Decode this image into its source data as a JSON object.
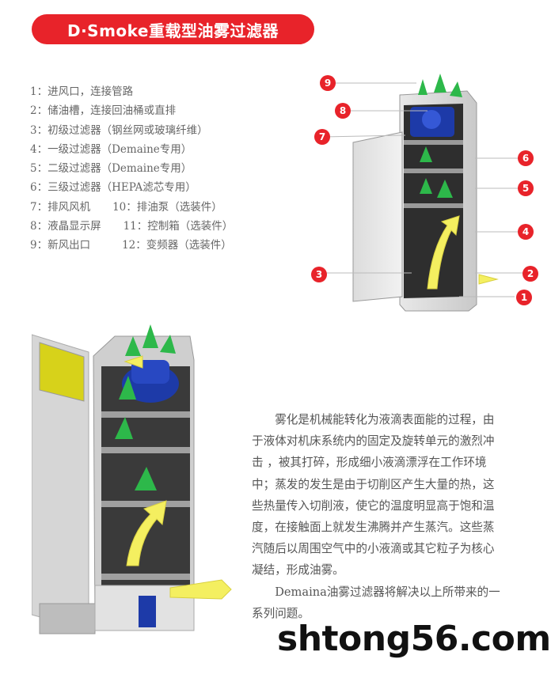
{
  "banner": {
    "title": "D·Smoke重载型油雾过滤器"
  },
  "legend": [
    "1：进风口，连接管路",
    "2：储油槽，连接回油桶或直排",
    "3：初级过滤器（钢丝网或玻璃纤维）",
    "4：一级过滤器（Demaine专用）",
    "5：二级过滤器（Demaine专用）",
    "6：三级过滤器（HEPA滤芯专用）"
  ],
  "legend_pairs": [
    {
      "left": "7：排风风机",
      "right": "10：排油泵（选装件）"
    },
    {
      "left": "8：液晶显示屏",
      "right": "11：控制箱（选装件）"
    },
    {
      "left": "9：新风出口",
      "right": "12：变频器（选装件）"
    }
  ],
  "callouts": [
    "1",
    "2",
    "3",
    "4",
    "5",
    "6",
    "7",
    "8",
    "9"
  ],
  "colors": {
    "accent": "#e8232a",
    "arrow_green": "#2db84a",
    "arrow_yellow": "#f4ef60",
    "fan_blue": "#1d3aa8"
  },
  "description": {
    "p1": "雾化是机械能转化为液滴表面能的过程，由于液体对机床系统内的固定及旋转单元的激烈冲击 ，被其打碎，形成细小液滴漂浮在工作环境中；蒸发的发生是由于切削区产生大量的热，这些热量传入切削液，使它的温度明显高于饱和温度，在接触面上就发生沸腾并产生蒸汽。这些蒸汽随后以周围空气中的小液滴或其它粒子为核心凝结，形成油雾。",
    "p2": "Demaina油雾过滤器将解决以上所带来的一系列问题。"
  },
  "watermark": "shtong56.com"
}
